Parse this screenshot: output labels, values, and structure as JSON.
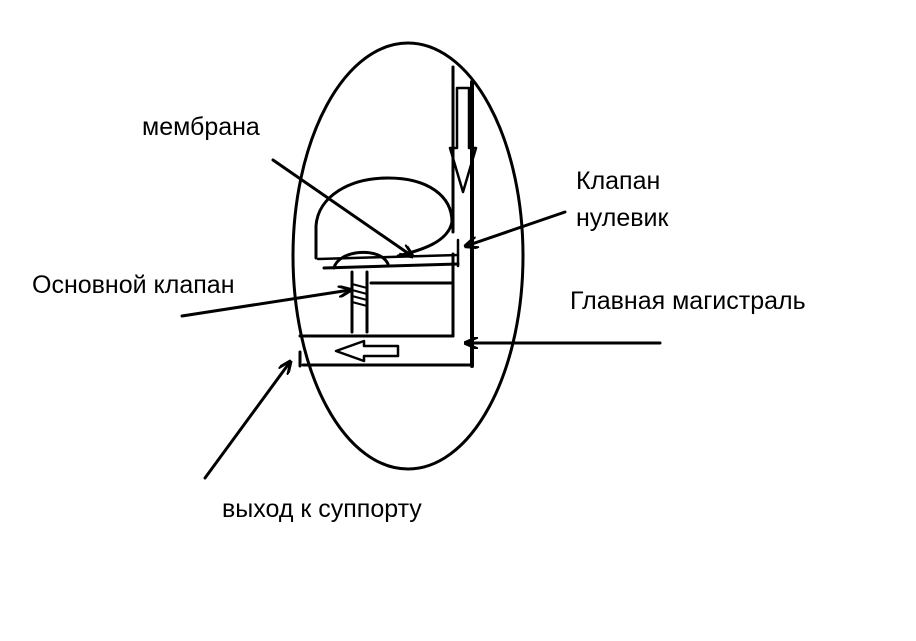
{
  "labels": {
    "membrane": "мембрана",
    "check_valve_line1": "Клапан",
    "check_valve_line2": "нулевик",
    "main_valve": "Основной клапан",
    "main_line": "Главная магистраль",
    "outlet": "выход к суппорту"
  },
  "colors": {
    "ink": "#000000",
    "background": "#ffffff"
  }
}
